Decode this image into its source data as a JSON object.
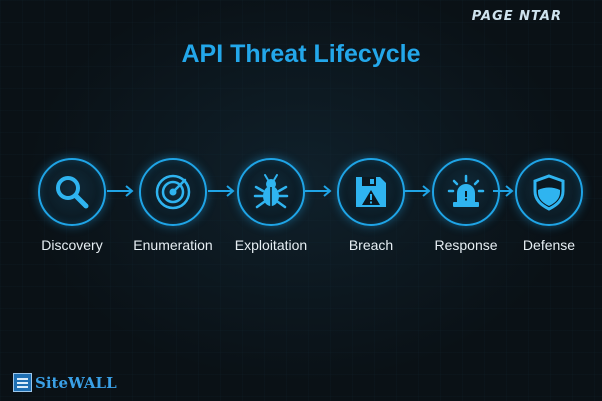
{
  "header": {
    "brand": "PAGE NTAR",
    "title": "API Threat Lifecycle"
  },
  "steps": [
    {
      "label": "Discovery",
      "icon": "magnifier-icon"
    },
    {
      "label": "Enumeration",
      "icon": "radar-icon"
    },
    {
      "label": "Exploitation",
      "icon": "bug-icon"
    },
    {
      "label": "Breach",
      "icon": "floppy-warning-icon"
    },
    {
      "label": "Response",
      "icon": "siren-icon"
    },
    {
      "label": "Defense",
      "icon": "shield-icon"
    }
  ],
  "footer": {
    "logo_text": "SiteWALL"
  },
  "colors": {
    "accent": "#1fa4e6",
    "title": "#23a7ea",
    "background": "#0a1116",
    "label": "#e6eef3"
  }
}
